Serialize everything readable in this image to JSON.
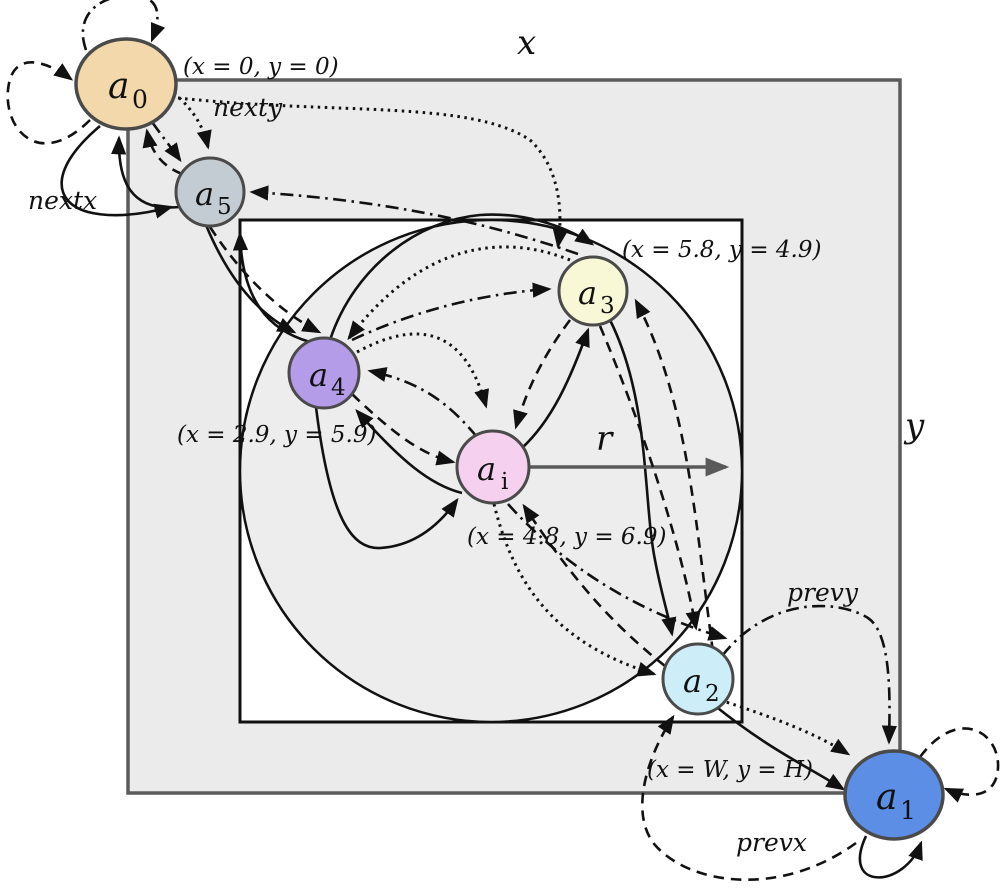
{
  "nodes": {
    "a0": {
      "base": "a",
      "sub": "0",
      "fill": "#f3d8ab",
      "coord": "(x = 0, y = 0)"
    },
    "a1": {
      "base": "a",
      "sub": "1",
      "fill": "#5b8ee4",
      "coord": "(x = W, y = H)"
    },
    "a2": {
      "base": "a",
      "sub": "2",
      "fill": "#cdeef8"
    },
    "a3": {
      "base": "a",
      "sub": "3",
      "fill": "#f8f8d6",
      "coord": "(x = 5.8, y = 4.9)"
    },
    "a4": {
      "base": "a",
      "sub": "4",
      "fill": "#b49ce8",
      "coord": "(x = 2.9, y = 5.9)"
    },
    "a5": {
      "base": "a",
      "sub": "5",
      "fill": "#c3ccd3"
    },
    "ai": {
      "base": "a",
      "sub": "i",
      "fill": "#f5d0ef",
      "coord": "(x = 4.8, y = 6.9)"
    }
  },
  "axes": {
    "x": "x",
    "y": "y",
    "radius": "r"
  },
  "transitions": {
    "nextx": "nextx",
    "nexty": "nexty",
    "prevx": "prevx",
    "prevy": "prevy"
  },
  "line_styles": {
    "nextx": "solid",
    "nexty": "dotted",
    "prevx": "dashed",
    "prevy": "dash-dot"
  },
  "colors": {
    "outer_region_fill": "#ebebeb",
    "outer_region_stroke": "#5b5b5b",
    "window_fill": "#ffffff",
    "circle_fill": "#ededed",
    "edge_stroke": "#111111",
    "node_stroke": "#4a4a4a",
    "radius_arrow": "#5a5a5a"
  }
}
